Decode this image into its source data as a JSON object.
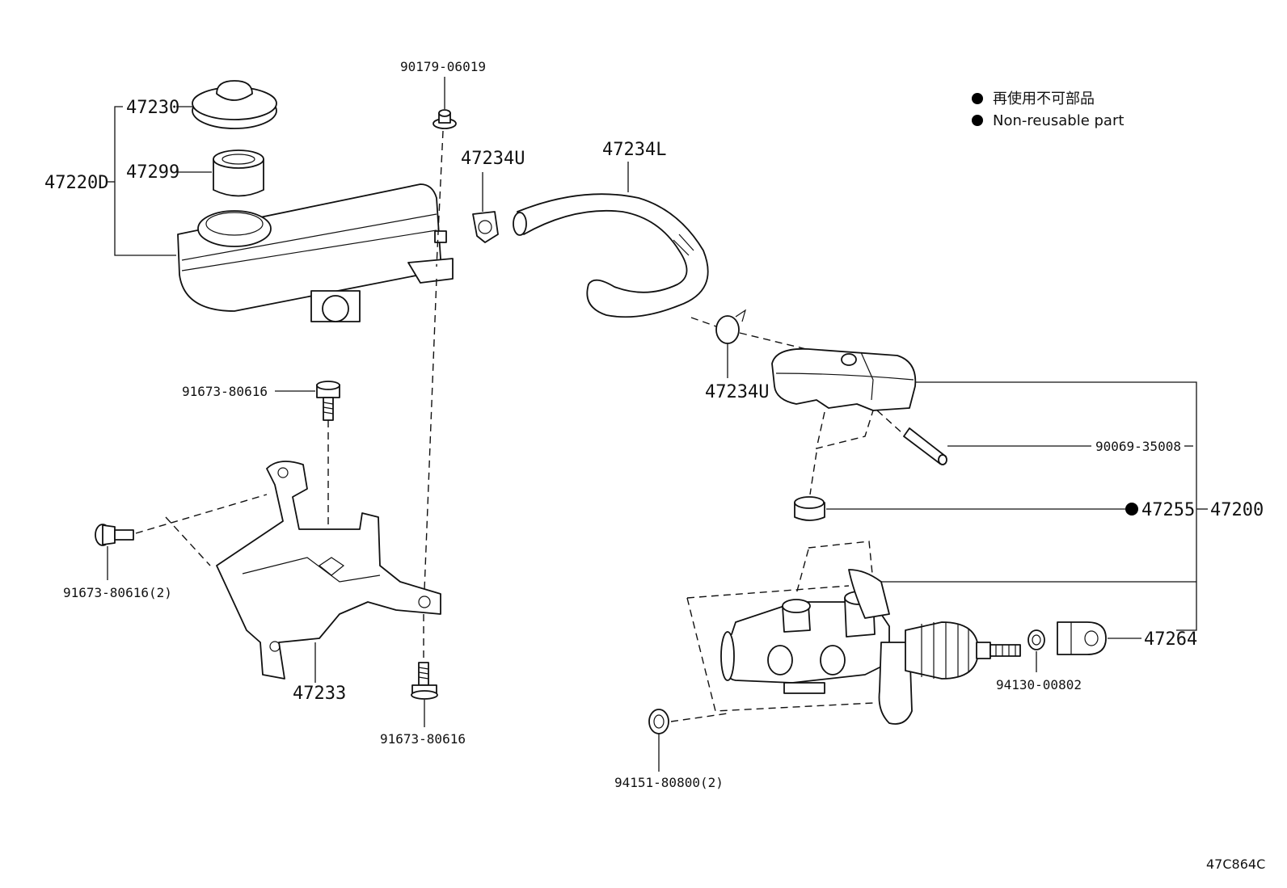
{
  "legend": {
    "japanese": "再使用不可部品",
    "english": "Non-reusable part",
    "marker_color": "#000000"
  },
  "diagram_code": "47C864C",
  "callouts": {
    "assy_reservoir": "47220D",
    "cap": "47230",
    "strainer": "47299",
    "clip_top": "47234U",
    "hose": "47234L",
    "clip_lower": "47234U",
    "pin": "90069-35008",
    "grommet": "47255",
    "master_cylinder_assy": "47200",
    "clevis": "47264",
    "nut_clevis": "94130-00802",
    "nut_mount": "94151-80800(2)",
    "bracket": "47233",
    "bolt_bracket_top": "91673-80616",
    "bolt_bracket_side": "91673-80616(2)",
    "bolt_bracket_bottom": "91673-80616",
    "grommet_reservoir": "90179-06019"
  }
}
